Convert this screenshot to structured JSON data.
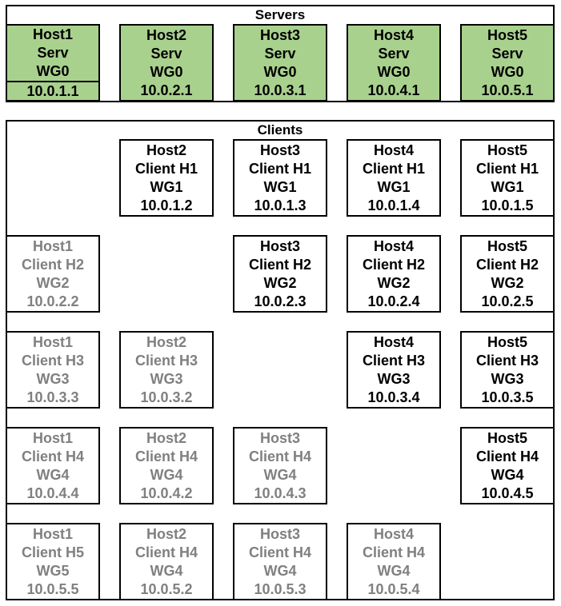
{
  "servers": {
    "title": "Servers",
    "hosts": [
      {
        "host": "Host1",
        "role": "Serv",
        "wg": "WG0",
        "ip": "10.0.1.1"
      },
      {
        "host": "Host2",
        "role": "Serv",
        "wg": "WG0",
        "ip": "10.0.2.1"
      },
      {
        "host": "Host3",
        "role": "Serv",
        "wg": "WG0",
        "ip": "10.0.3.1"
      },
      {
        "host": "Host4",
        "role": "Serv",
        "wg": "WG0",
        "ip": "10.0.4.1"
      },
      {
        "host": "Host5",
        "role": "Serv",
        "wg": "WG0",
        "ip": "10.0.5.1"
      }
    ]
  },
  "clients": {
    "title": "Clients",
    "rows": [
      [
        null,
        {
          "host": "Host2",
          "role": "Client H1",
          "wg": "WG1",
          "ip": "10.0.1.2",
          "style": "black"
        },
        {
          "host": "Host3",
          "role": "Client H1",
          "wg": "WG1",
          "ip": "10.0.1.3",
          "style": "black"
        },
        {
          "host": "Host4",
          "role": "Client H1",
          "wg": "WG1",
          "ip": "10.0.1.4",
          "style": "black"
        },
        {
          "host": "Host5",
          "role": "Client H1",
          "wg": "WG1",
          "ip": "10.0.1.5",
          "style": "black"
        }
      ],
      [
        {
          "host": "Host1",
          "role": "Client H2",
          "wg": "WG2",
          "ip": "10.0.2.2",
          "style": "gray"
        },
        null,
        {
          "host": "Host3",
          "role": "Client H2",
          "wg": "WG2",
          "ip": "10.0.2.3",
          "style": "black"
        },
        {
          "host": "Host4",
          "role": "Client H2",
          "wg": "WG2",
          "ip": "10.0.2.4",
          "style": "black"
        },
        {
          "host": "Host5",
          "role": "Client H2",
          "wg": "WG2",
          "ip": "10.0.2.5",
          "style": "black"
        }
      ],
      [
        {
          "host": "Host1",
          "role": "Client H3",
          "wg": "WG3",
          "ip": "10.0.3.3",
          "style": "gray"
        },
        {
          "host": "Host2",
          "role": "Client H3",
          "wg": "WG3",
          "ip": "10.0.3.2",
          "style": "gray"
        },
        null,
        {
          "host": "Host4",
          "role": "Client H3",
          "wg": "WG3",
          "ip": "10.0.3.4",
          "style": "black"
        },
        {
          "host": "Host5",
          "role": "Client H3",
          "wg": "WG3",
          "ip": "10.0.3.5",
          "style": "black"
        }
      ],
      [
        {
          "host": "Host1",
          "role": "Client H4",
          "wg": "WG4",
          "ip": "10.0.4.4",
          "style": "gray"
        },
        {
          "host": "Host2",
          "role": "Client H4",
          "wg": "WG4",
          "ip": "10.0.4.2",
          "style": "gray"
        },
        {
          "host": "Host3",
          "role": "Client H4",
          "wg": "WG4",
          "ip": "10.0.4.3",
          "style": "gray"
        },
        null,
        {
          "host": "Host5",
          "role": "Client H4",
          "wg": "WG4",
          "ip": "10.0.4.5",
          "style": "black"
        }
      ],
      [
        {
          "host": "Host1",
          "role": "Client H5",
          "wg": "WG5",
          "ip": "10.0.5.5",
          "style": "gray"
        },
        {
          "host": "Host2",
          "role": "Client H4",
          "wg": "WG4",
          "ip": "10.0.5.2",
          "style": "gray"
        },
        {
          "host": "Host3",
          "role": "Client H4",
          "wg": "WG4",
          "ip": "10.0.5.3",
          "style": "gray"
        },
        {
          "host": "Host4",
          "role": "Client H4",
          "wg": "WG4",
          "ip": "10.0.5.4",
          "style": "gray"
        },
        null
      ]
    ]
  },
  "colors": {
    "server_fill": "#a9d18e",
    "client_active_text": "#000000",
    "client_inactive_text": "#808080",
    "border": "#000000"
  }
}
